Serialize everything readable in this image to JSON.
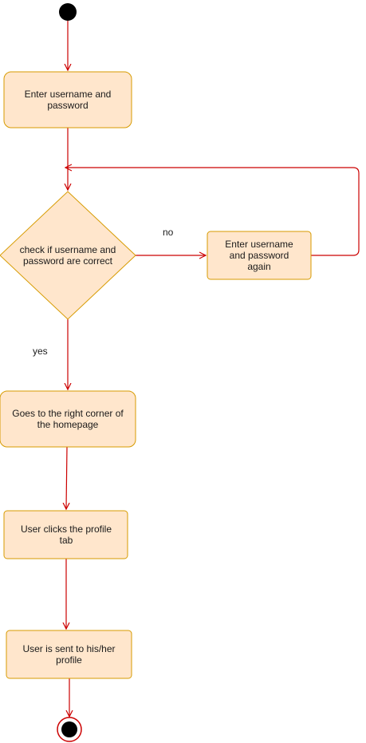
{
  "diagram": {
    "nodes": {
      "enter_credentials": "Enter username and password",
      "check_credentials": "check if username and password are correct",
      "enter_again": "Enter username and password again",
      "goes_to_corner": "Goes to the right corner of the homepage",
      "clicks_profile": "User clicks the profile tab",
      "sent_to_profile": "User is sent to his/her profile"
    },
    "edge_labels": {
      "no": "no",
      "yes": "yes"
    },
    "colors": {
      "node_fill": "#ffe6cc",
      "node_stroke": "#d79b00",
      "edge": "#cc0000",
      "terminal": "#000000"
    }
  }
}
